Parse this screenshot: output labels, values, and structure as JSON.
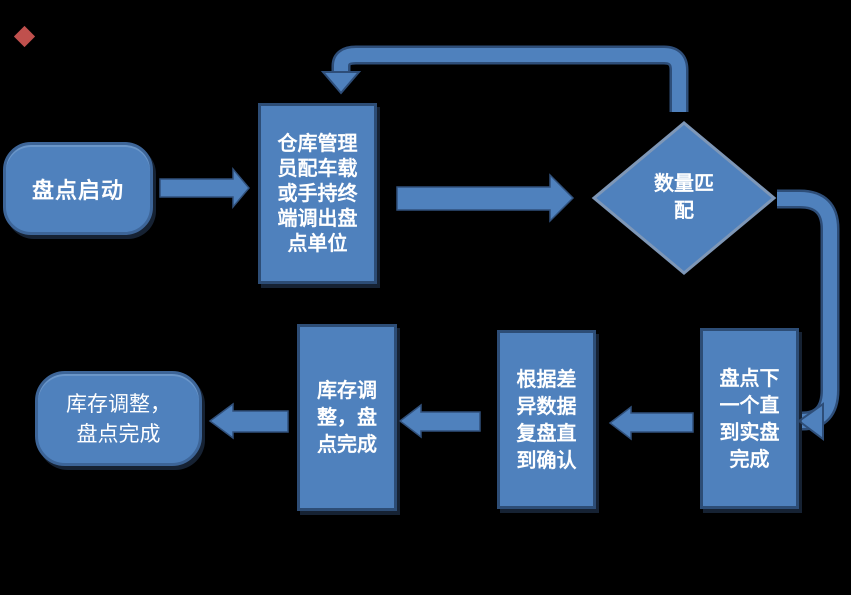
{
  "background_color": "#000000",
  "colors": {
    "shape_fill": "#4F81BD",
    "rect_border": "#2D4D76",
    "rounded_border": "#3D6598",
    "diamond_border": "#7E97B7",
    "arrow_fill": "#4F81BD",
    "arrow_edge": "#2E4E79",
    "text": "#FFFFFF",
    "bullet": "#C0504D"
  },
  "bullet": {
    "icon": "diamond-bullet",
    "color": "#C0504D"
  },
  "flowchart": {
    "nodes": [
      {
        "id": "start",
        "shape": "rounded-rectangle",
        "label": "盘点启动"
      },
      {
        "id": "terminal",
        "shape": "rectangle",
        "label": "仓库管理\n员配车载\n或手持终\n端调出盘\n点单位"
      },
      {
        "id": "decision",
        "shape": "diamond",
        "label": "数量匹\n配"
      },
      {
        "id": "count-next",
        "shape": "rectangle",
        "label": "盘点下\n一个直\n到实盘\n完成"
      },
      {
        "id": "recount",
        "shape": "rectangle",
        "label": "根据差\n异数据\n复盘直\n到确认"
      },
      {
        "id": "adjust",
        "shape": "rectangle",
        "label": "库存调\n整，盘\n点完成"
      },
      {
        "id": "end",
        "shape": "rounded-rectangle",
        "label": "库存调整，\n盘点完成"
      }
    ],
    "connectors": [
      {
        "from": "start",
        "to": "terminal",
        "type": "block-arrow-right"
      },
      {
        "from": "terminal",
        "to": "decision",
        "type": "block-arrow-right"
      },
      {
        "from": "decision",
        "to": "terminal",
        "type": "elbow-arrow-loop-over-top"
      },
      {
        "from": "decision",
        "to": "count-next",
        "type": "elbow-arrow-right-then-down"
      },
      {
        "from": "count-next",
        "to": "recount",
        "type": "block-arrow-left"
      },
      {
        "from": "recount",
        "to": "adjust",
        "type": "block-arrow-left"
      },
      {
        "from": "adjust",
        "to": "end",
        "type": "block-arrow-left"
      }
    ]
  }
}
